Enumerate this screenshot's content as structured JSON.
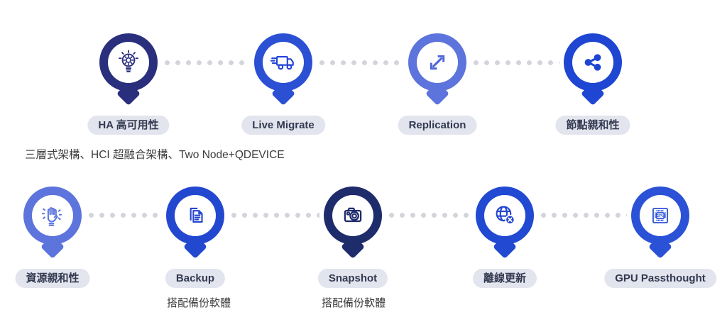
{
  "colors": {
    "navy": "#2a2f7d",
    "dark_navy": "#1e2c6b",
    "royal_blue": "#2348d1",
    "periwinkle": "#5d74dc",
    "dot_gray": "#d4d5dc",
    "pill_bg": "#e2e4ee",
    "pill_text": "#333a50"
  },
  "middle_text": "三層式架構、HCI 超融合架構、Two Node+QDEVICE",
  "row1": [
    {
      "label": "HA 高可用性",
      "icon": "lightbulb-gear-icon"
    },
    {
      "label": "Live Migrate",
      "icon": "truck-icon"
    },
    {
      "label": "Replication",
      "icon": "sync-arrows-icon"
    },
    {
      "label": "節點親和性",
      "icon": "share-nodes-icon"
    }
  ],
  "row2": [
    {
      "label": "資源親和性",
      "icon": "raised-hand-icon"
    },
    {
      "label": "Backup",
      "sublabel": "搭配備份軟體",
      "icon": "documents-icon"
    },
    {
      "label": "Snapshot",
      "sublabel": "搭配備份軟體",
      "icon": "camera-icon"
    },
    {
      "label": "離線更新",
      "icon": "globe-offline-icon"
    },
    {
      "label": "GPU Passthought",
      "icon": "gpu-chip-icon"
    }
  ]
}
